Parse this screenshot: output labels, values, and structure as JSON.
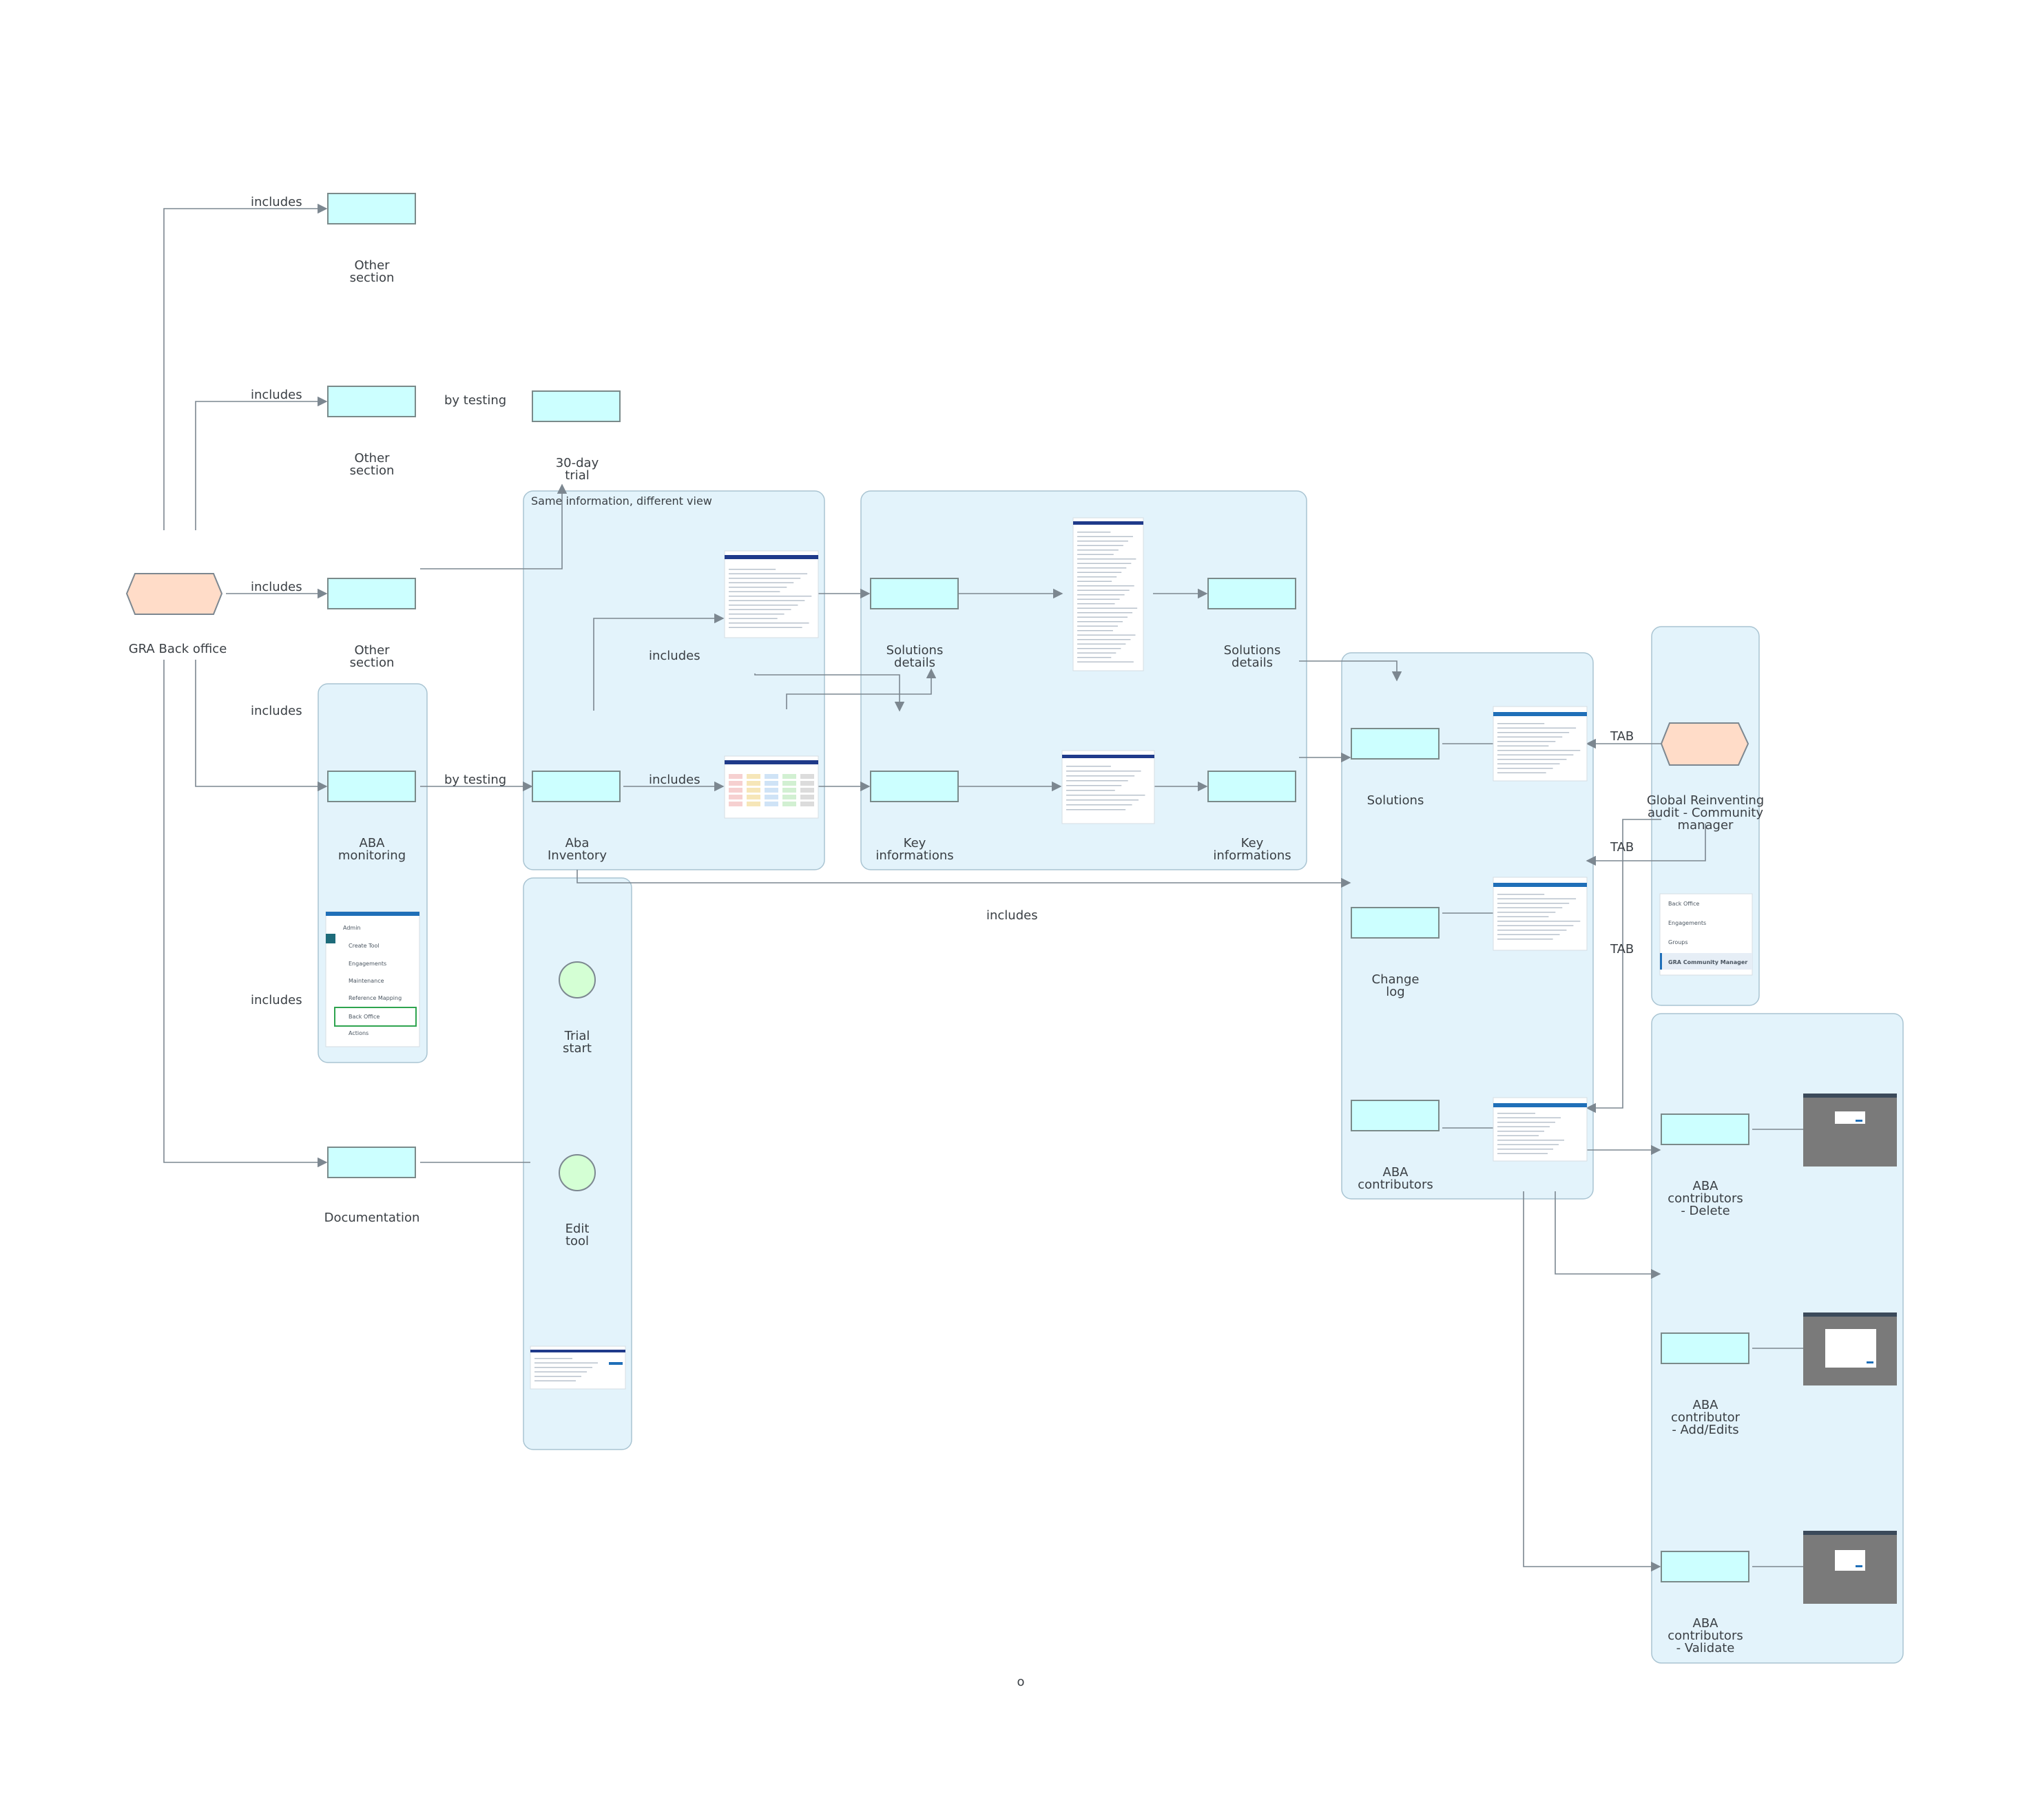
{
  "nodes": {
    "gra_back_office": "GRA Back office",
    "other_section_1": "Other\nsection",
    "other_section_2": "Other\nsection",
    "other_section_3": "Other\nsection",
    "aba_monitoring": "ABA\nmonitoring",
    "documentation": "Documentation",
    "trial_30_day": "30-day\ntrial",
    "aba_inventory": "Aba\nInventory",
    "trial_start": "Trial\nstart",
    "edit_tool": "Edit\ntool",
    "solutions_details_1": "Solutions\ndetails",
    "solutions_details_2": "Solutions\ndetails",
    "key_informations_1": "Key\ninformations",
    "key_informations_2": "Key\ninformations",
    "solutions": "Solutions",
    "change_log": "Change\nlog",
    "aba_contributors": "ABA\ncontributors",
    "global_reinventing": "Global Reinventing\naudit - Community\nmanager",
    "aba_contrib_delete": "ABA\ncontributors\n- Delete",
    "aba_contrib_addedits": "ABA\ncontributor\n- Add/Edits",
    "aba_contrib_validate": "ABA\ncontributors\n- Validate"
  },
  "edge_labels": {
    "includes_1": "includes",
    "includes_2": "includes",
    "includes_3": "includes",
    "includes_4": "includes",
    "includes_5": "includes",
    "includes_6": "includes",
    "includes_7": "includes",
    "includes_8": "includes",
    "by_testing_1": "by testing",
    "by_testing_2": "by testing",
    "tab_1": "TAB",
    "tab_2": "TAB",
    "tab_3": "TAB"
  },
  "group_titles": {
    "inventory_group": "Same information, different view"
  },
  "menu_thumbnail": {
    "header": "Admin",
    "items": [
      "Create Tool",
      "Engagements",
      "Maintenance",
      "Reference Mapping",
      "Back Office",
      "Actions"
    ]
  },
  "tab_thumbnail": {
    "items": [
      "Back Office",
      "Engagements",
      "Groups",
      "GRA Community Manager"
    ]
  },
  "footer_mark": "o",
  "colors": {
    "group_fill": "#e3f3fb",
    "node_fill": "#ccffff",
    "start_fill": "#ffdcc8",
    "circle_fill": "#d4ffd4",
    "edge": "#7c8790",
    "app_bar": "#1f3a8a"
  }
}
